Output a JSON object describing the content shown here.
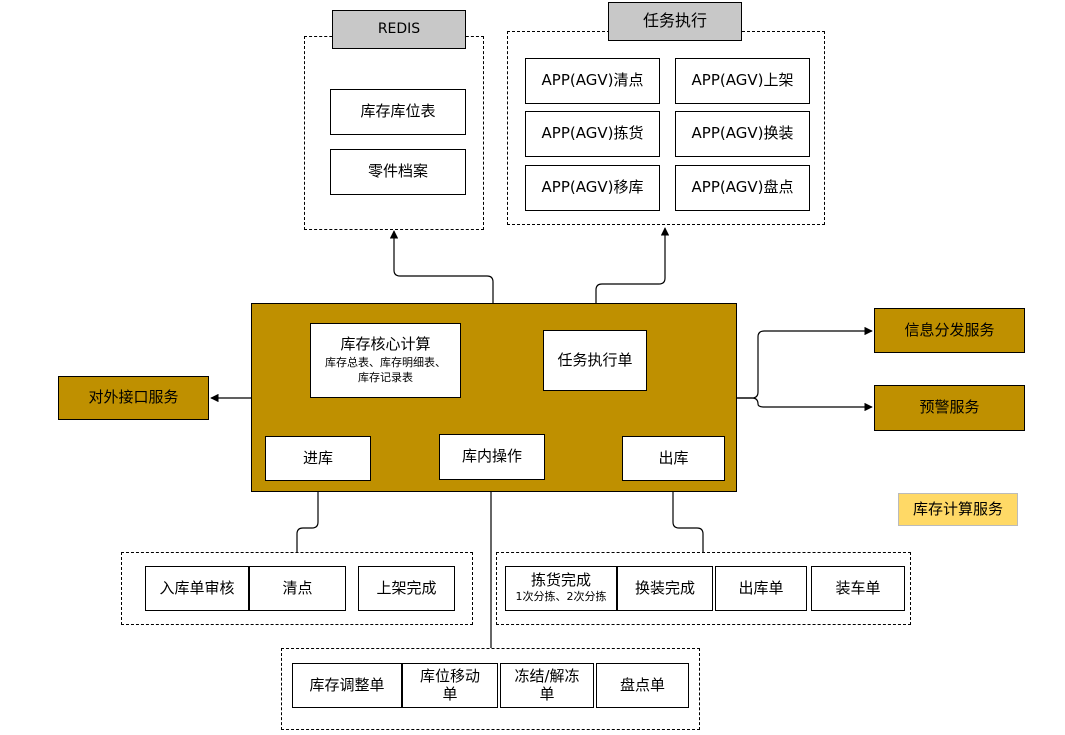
{
  "redis": {
    "title": "REDIS",
    "items": [
      "库存库位表",
      "零件档案"
    ]
  },
  "task_exec": {
    "title": "任务执行",
    "items": [
      "APP(AGV)清点",
      "APP(AGV)上架",
      "APP(AGV)拣货",
      "APP(AGV)换装",
      "APP(AGV)移库",
      "APP(AGV)盘点"
    ]
  },
  "core": {
    "calc": {
      "title": "库存核心计算",
      "sub1": "库存总表、库存明细表、",
      "sub2": "库存记录表"
    },
    "task_order": "任务执行单",
    "inbound": "进库",
    "internal_op": "库内操作",
    "outbound": "出库"
  },
  "services": {
    "external": "对外接口服务",
    "info_dispatch": "信息分发服务",
    "warning": "预警服务",
    "inventory_calc": "库存计算服务"
  },
  "inbound_group": {
    "items": [
      "入库单审核",
      "清点",
      "上架完成"
    ]
  },
  "outbound_group": {
    "picking": {
      "title": "拣货完成",
      "sub": "1次分拣、2次分拣"
    },
    "items": [
      "换装完成",
      "出库单",
      "装车单"
    ]
  },
  "internal_group": {
    "items": [
      "库存调整单",
      "库位移动单",
      "冻结/解冻单",
      "盘点单"
    ]
  },
  "colors": {
    "gold": "#bf9000",
    "gray": "#c8c8c8",
    "yellow": "#ffd966"
  }
}
